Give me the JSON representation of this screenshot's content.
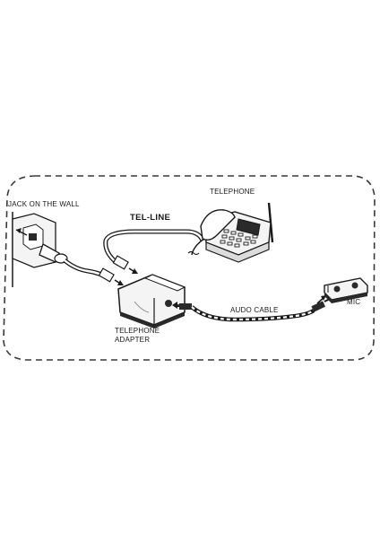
{
  "diagram": {
    "labels": {
      "jack": "JACK ON THE WALL",
      "tel_line": "TEL-LINE",
      "telephone": "TELEPHONE",
      "adapter_line1": "TELEPHONE",
      "adapter_line2": "ADAPTER",
      "audio_cable": "AUDO CABLE",
      "mic": "MIC"
    },
    "colors": {
      "stroke": "#1a1a1a",
      "border": "#3a3a3a",
      "device_fill": "#f4f4f4",
      "shadow": "#2a2a2a"
    },
    "icons": [
      "wall-jack-icon",
      "telephone-icon",
      "adapter-icon",
      "mic-recorder-icon"
    ]
  }
}
